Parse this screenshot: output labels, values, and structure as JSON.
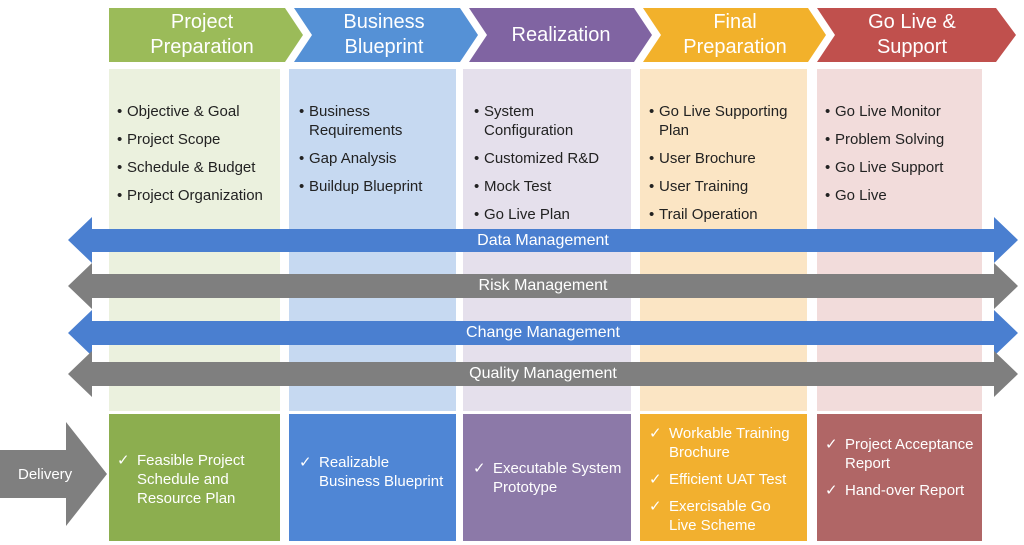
{
  "phases": [
    {
      "title": "Project\nPreparation",
      "color": "#9BBB59",
      "column_color": "#EBF1DE",
      "items": [
        "Objective & Goal",
        "Project Scope",
        "Schedule & Budget",
        "Project Organization"
      ],
      "deliverable_color": "#8CAE4F",
      "deliverables": [
        "Feasible Project Schedule and Resource Plan"
      ]
    },
    {
      "title": "Business\nBlueprint",
      "color": "#5591D6",
      "column_color": "#C6D9F1",
      "items": [
        "Business Requirements",
        "Gap Analysis",
        "Buildup Blueprint"
      ],
      "deliverable_color": "#4F86D5",
      "deliverables": [
        "Realizable Business Blueprint"
      ]
    },
    {
      "title": "Realization",
      "color": "#8064A2",
      "column_color": "#E5E0EC",
      "items": [
        "System Configuration",
        "Customized R&D",
        "Mock Test",
        "Go Live Plan"
      ],
      "deliverable_color": "#8C79A8",
      "deliverables": [
        "Executable System Prototype"
      ]
    },
    {
      "title": "Final\nPreparation",
      "color": "#F2B12B",
      "column_color": "#FBE5C4",
      "items": [
        "Go Live Supporting Plan",
        "User Brochure",
        " User Training",
        " Trail Operation"
      ],
      "deliverable_color": "#F2B02F",
      "deliverables": [
        "Workable Training Brochure",
        "Efficient UAT Test",
        "Exercisable Go Live Scheme"
      ]
    },
    {
      "title": "Go Live &\nSupport",
      "color": "#C0504D",
      "column_color": "#F2DCDB",
      "items": [
        "Go Live Monitor",
        "Problem Solving",
        "Go Live Support",
        "Go Live"
      ],
      "deliverable_color": "#B06666",
      "deliverables": [
        "Project Acceptance Report",
        "Hand-over Report"
      ]
    }
  ],
  "bands": [
    {
      "label": "Data Management",
      "color": "#4A7FD0"
    },
    {
      "label": "Risk Management",
      "color": "#7F7F7F"
    },
    {
      "label": "Change Management",
      "color": "#4A7FD0"
    },
    {
      "label": "Quality Management",
      "color": "#7F7F7F"
    }
  ],
  "delivery": {
    "label": "Delivery",
    "color": "#7F7F7F"
  }
}
